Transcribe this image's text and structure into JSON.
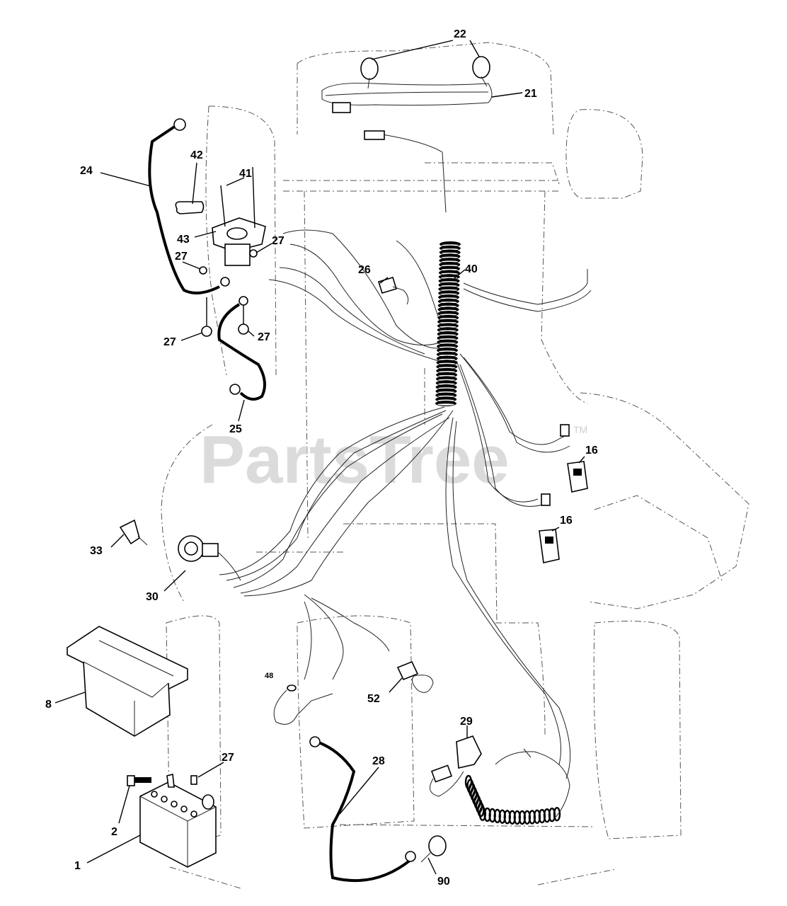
{
  "watermark": {
    "text": "PartsTree",
    "tm": "TM"
  },
  "callouts": {
    "c1": "1",
    "c2": "2",
    "c8": "8",
    "c16a": "16",
    "c16b": "16",
    "c21": "21",
    "c22": "22",
    "c24": "24",
    "c25": "25",
    "c26": "26",
    "c27a": "27",
    "c27b": "27",
    "c27c": "27",
    "c27d": "27",
    "c27e": "27",
    "c28": "28",
    "c29": "29",
    "c30": "30",
    "c33": "33",
    "c40": "40",
    "c41": "41",
    "c42": "42",
    "c43": "43",
    "c48": "48",
    "c52": "52",
    "c90": "90"
  },
  "colors": {
    "ink": "#000000",
    "ghost": "#555555",
    "watermark": "#cfcfcf"
  }
}
